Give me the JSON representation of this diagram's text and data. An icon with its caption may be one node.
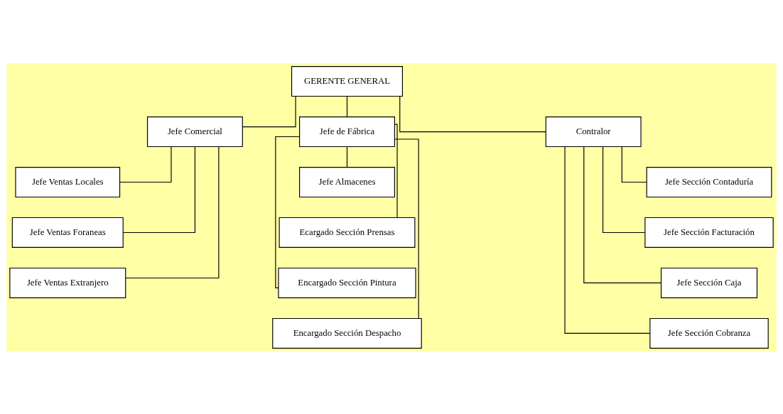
{
  "diagram": {
    "nodes": [
      {
        "text": [
          "GERENTE GENERAL"
        ]
      },
      {
        "text": [
          "Jefe Comercial"
        ]
      },
      {
        "text": [
          "Jefe de Fábrica"
        ]
      },
      {
        "text": [
          "Contralor"
        ]
      },
      {
        "text": [
          "Jefe Ventas Locales"
        ]
      },
      {
        "text": [
          "Jefe Ventas Foraneas"
        ]
      },
      {
        "text": [
          "Jefe Ventas Extranjero"
        ]
      },
      {
        "text": [
          "Jefe Almacenes"
        ]
      },
      {
        "text": [
          "Ecargado Sección Prensas"
        ]
      },
      {
        "text": [
          "Encargado Sección Pintura"
        ]
      },
      {
        "text": [
          "Encargado Sección Despacho"
        ]
      },
      {
        "text": [
          "Jefe Sección Contaduría"
        ]
      },
      {
        "text": [
          "Jefe Sección Facturación"
        ]
      },
      {
        "text": [
          "Jefe Sección Caja"
        ]
      },
      {
        "text": [
          "Jefe Sección Cobranza"
        ]
      }
    ],
    "edges": [
      {
        "from": 0,
        "to": 1,
        "arrow": "none"
      },
      {
        "from": 0,
        "to": 2,
        "arrow": "none"
      },
      {
        "from": 0,
        "to": 3,
        "arrow": "none"
      },
      {
        "from": 1,
        "to": 4,
        "arrow": "none"
      },
      {
        "from": 1,
        "to": 5,
        "arrow": "none"
      },
      {
        "from": 1,
        "to": 6,
        "arrow": "none"
      },
      {
        "from": 2,
        "to": 7,
        "arrow": "none"
      },
      {
        "from": 2,
        "to": 8,
        "arrow": "none"
      },
      {
        "from": 2,
        "to": 9,
        "arrow": "none"
      },
      {
        "from": 2,
        "to": 10,
        "arrow": "none"
      },
      {
        "from": 3,
        "to": 11,
        "arrow": "none"
      },
      {
        "from": 3,
        "to": 12,
        "arrow": "none"
      },
      {
        "from": 3,
        "to": 13,
        "arrow": "none"
      },
      {
        "from": 3,
        "to": 14,
        "arrow": "none"
      }
    ]
  }
}
